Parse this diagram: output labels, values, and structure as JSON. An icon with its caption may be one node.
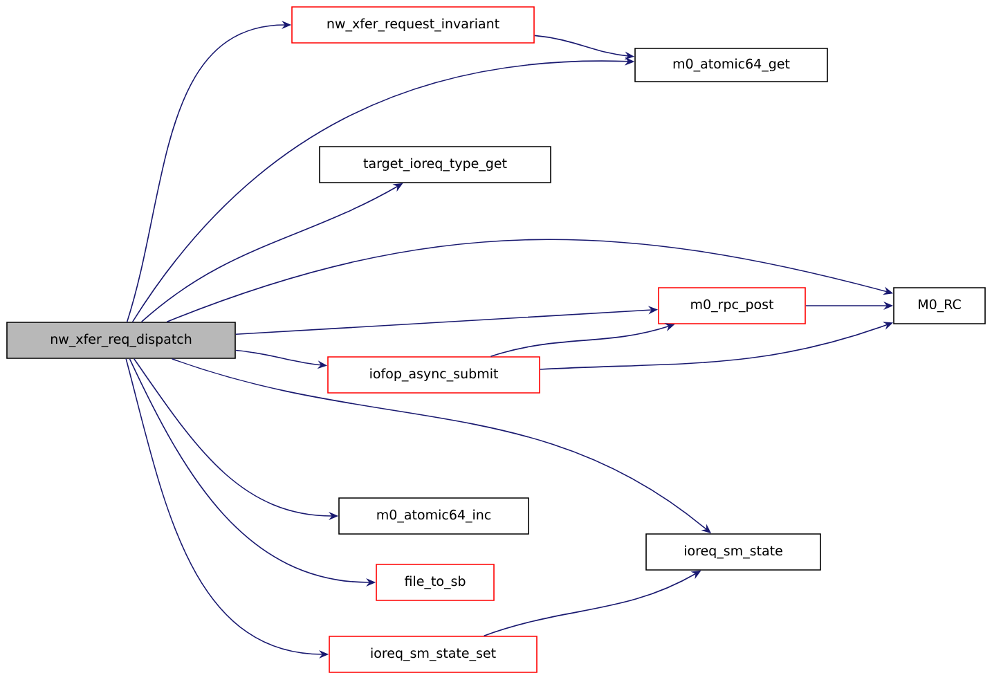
{
  "diagram": {
    "nodes": [
      {
        "text": [
          "nw_xfer_req_dispatch"
        ]
      },
      {
        "text": [
          "nw_xfer_request_invariant"
        ]
      },
      {
        "text": [
          "m0_atomic64_get"
        ]
      },
      {
        "text": [
          "target_ioreq_type_get"
        ]
      },
      {
        "text": [
          "m0_rpc_post"
        ]
      },
      {
        "text": [
          "M0_RC"
        ]
      },
      {
        "text": [
          "iofop_async_submit"
        ]
      },
      {
        "text": [
          "m0_atomic64_inc"
        ]
      },
      {
        "text": [
          "file_to_sb"
        ]
      },
      {
        "text": [
          "ioreq_sm_state"
        ]
      },
      {
        "text": [
          "ioreq_sm_state_set"
        ]
      }
    ],
    "edges": [
      {
        "from": 0,
        "to": 1,
        "arrow": "to"
      },
      {
        "from": 0,
        "to": 2,
        "arrow": "to"
      },
      {
        "from": 0,
        "to": 3,
        "arrow": "to"
      },
      {
        "from": 0,
        "to": 5,
        "arrow": "to"
      },
      {
        "from": 0,
        "to": 4,
        "arrow": "to"
      },
      {
        "from": 0,
        "to": 6,
        "arrow": "to"
      },
      {
        "from": 0,
        "to": 9,
        "arrow": "to"
      },
      {
        "from": 0,
        "to": 7,
        "arrow": "to"
      },
      {
        "from": 0,
        "to": 8,
        "arrow": "to"
      },
      {
        "from": 0,
        "to": 10,
        "arrow": "to"
      },
      {
        "from": 1,
        "to": 2,
        "arrow": "to"
      },
      {
        "from": 4,
        "to": 5,
        "arrow": "to"
      },
      {
        "from": 6,
        "to": 4,
        "arrow": "to"
      },
      {
        "from": 6,
        "to": 5,
        "arrow": "to"
      },
      {
        "from": 10,
        "to": 9,
        "arrow": "to"
      }
    ]
  }
}
